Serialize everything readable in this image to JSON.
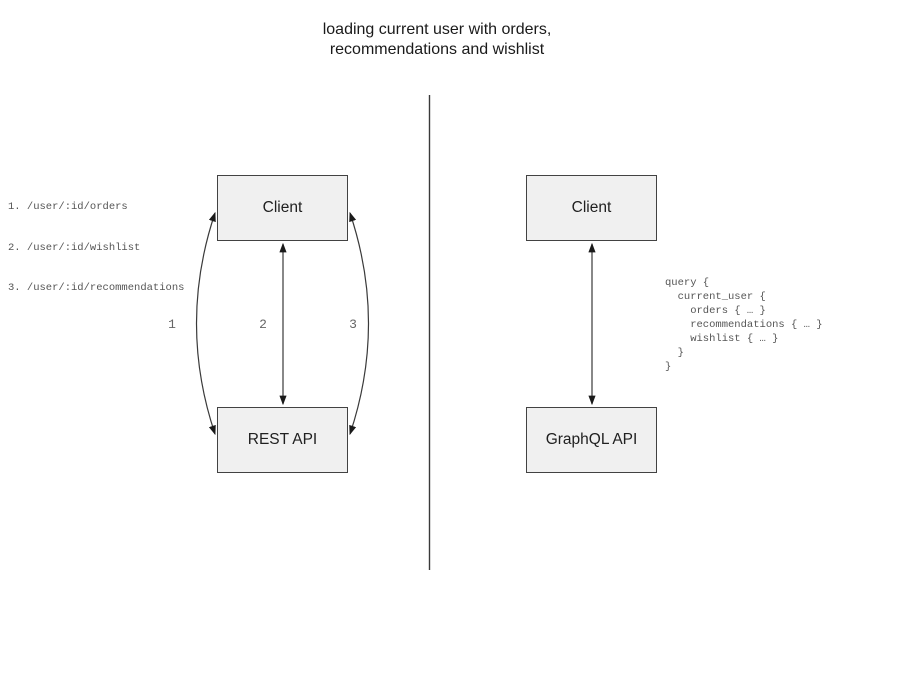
{
  "title": {
    "line1": "loading current user with orders,",
    "line2": "recommendations and wishlist"
  },
  "rest": {
    "client_label": "Client",
    "api_label": "REST API",
    "endpoints": [
      "1. /user/:id/orders",
      "2. /user/:id/wishlist",
      "3. /user/:id/recommendations"
    ],
    "arrow_labels": [
      "1",
      "2",
      "3"
    ]
  },
  "graphql": {
    "client_label": "Client",
    "api_label": "GraphQL API",
    "query_text": "query {\n  current_user {\n    orders { … }\n    recommendations { … }\n    wishlist { … }\n  }\n}"
  },
  "colors": {
    "page-bg": "#ffffff",
    "box-fill": "#f0f0f0",
    "box-border": "#424242",
    "line": "#3a3a3a",
    "arrowhead": "#1a1a1a",
    "muted-text": "#666666",
    "code-text": "#555555"
  }
}
